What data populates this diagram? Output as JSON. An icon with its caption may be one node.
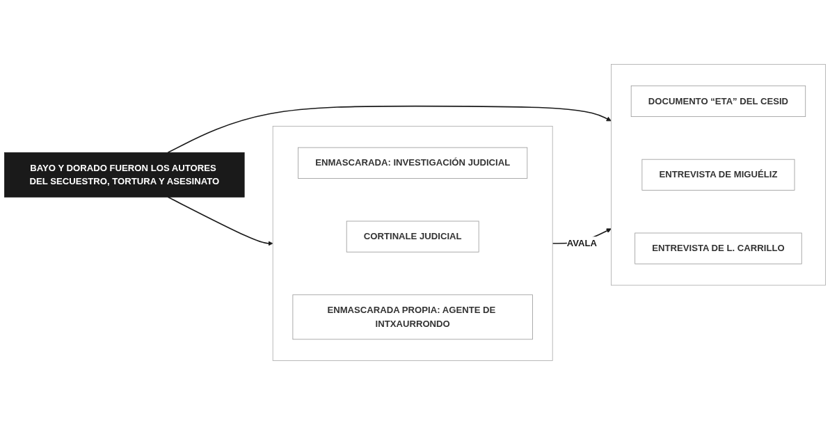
{
  "diagram": {
    "nodes": [
      {
        "text": [
          "BAYO Y DORADO FUERON LOS AUTORES DEL SECUESTRO, TORTURA Y ASESINATO"
        ]
      },
      {
        "text": [],
        "shape": "box"
      },
      {
        "text": [
          "ENMASCARADA: INVESTIGACIÓN JUDICIAL"
        ],
        "in": 1
      },
      {
        "text": [
          "CORTINALE JUDICIAL"
        ],
        "in": 1
      },
      {
        "text": [
          "ENMASCARADA PROPIA: AGENTE DE INTXAURRONDO"
        ],
        "in": 1
      },
      {
        "text": [],
        "shape": "box"
      },
      {
        "text": [
          "DOCUMENTO “ETA” DEL CESID"
        ],
        "in": 5
      },
      {
        "text": [
          "ENTREVISTA DE MIGUÉLIZ"
        ],
        "in": 5
      },
      {
        "text": [
          "ENTREVISTA DE L. CARRILLO"
        ],
        "in": 5
      }
    ],
    "edges": [
      {
        "from": 0,
        "to": 1,
        "arrow": "to"
      },
      {
        "from": 0,
        "to": 5,
        "arrow": "to"
      },
      {
        "from": 1,
        "to": 5,
        "arrow": "to",
        "label": "AVALA"
      }
    ]
  }
}
